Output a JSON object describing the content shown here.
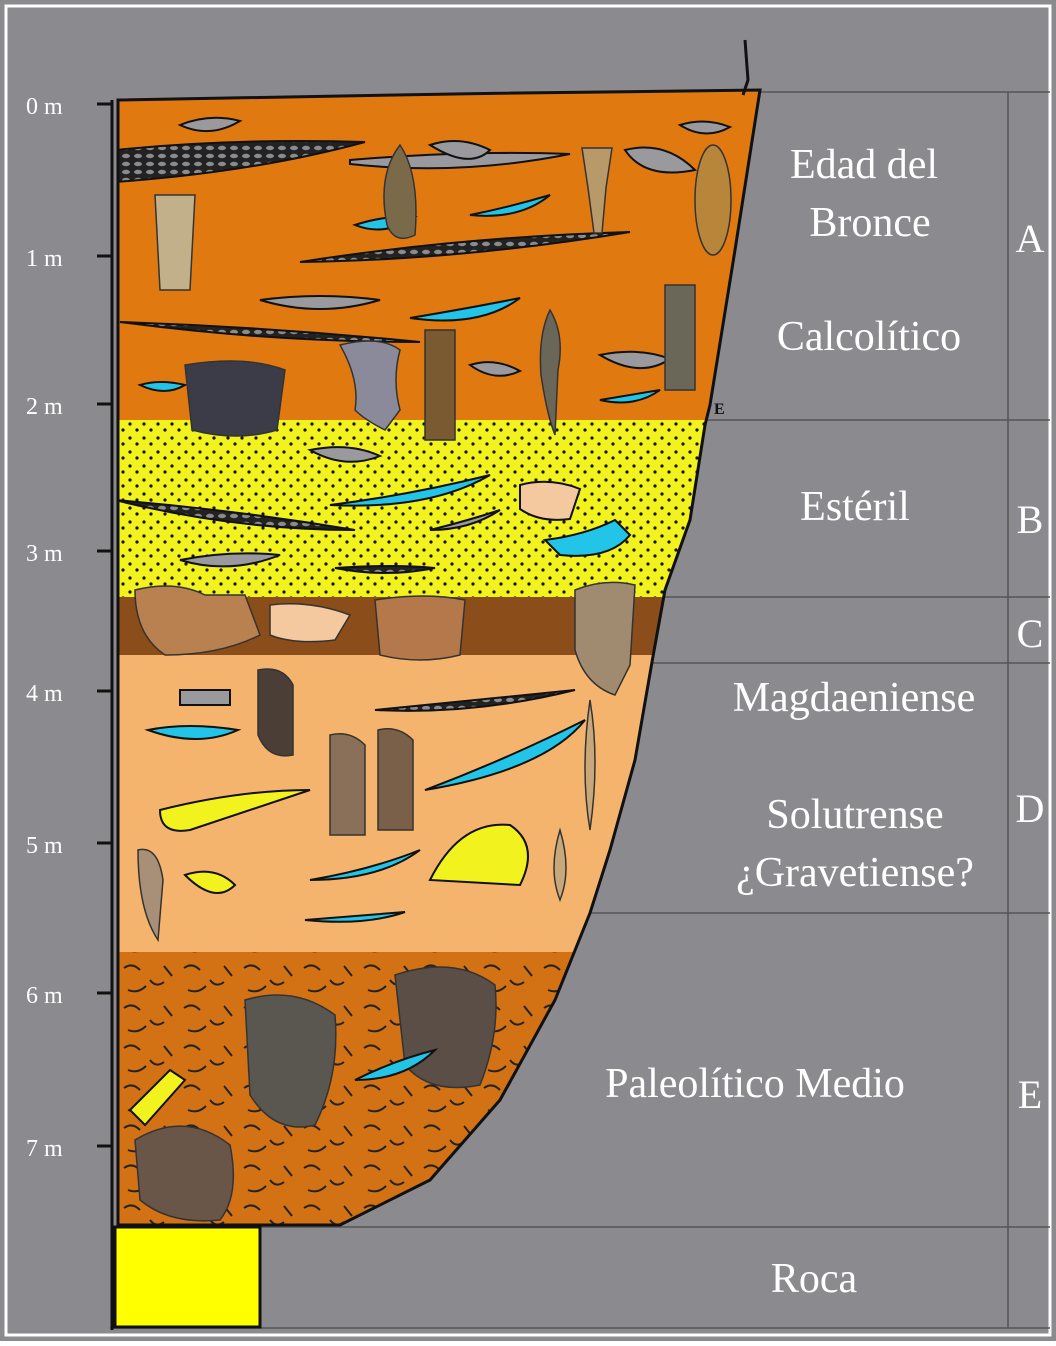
{
  "depth_marks": [
    "0 m",
    "1 m",
    "2 m",
    "3 m",
    "4 m",
    "5 m",
    "6 m",
    "7 m"
  ],
  "point_marker": "E",
  "periods": [
    {
      "line1": "Edad del",
      "line2": "Bronce"
    },
    {
      "line1": "Calcolítico"
    },
    {
      "line1": "Estéril"
    },
    {
      "line1": "Magdaeniense"
    },
    {
      "line1": "Solutrense",
      "line2": "¿Gravetiense?"
    },
    {
      "line1": "Paleolítico Medio"
    },
    {
      "line1": "Roca"
    }
  ],
  "levels": [
    "A",
    "B",
    "C",
    "D",
    "E"
  ],
  "colors": {
    "background": "#8a8a8f",
    "level_a": "#e07a10",
    "level_b": "#f2f21e",
    "level_c": "#8b4e1a",
    "level_d": "#f5b46e",
    "level_e": "#d27214",
    "bedrock": "#ffff00",
    "bone": "#22c5e8",
    "stone": "#9a9a9e",
    "outline": "#111111"
  }
}
